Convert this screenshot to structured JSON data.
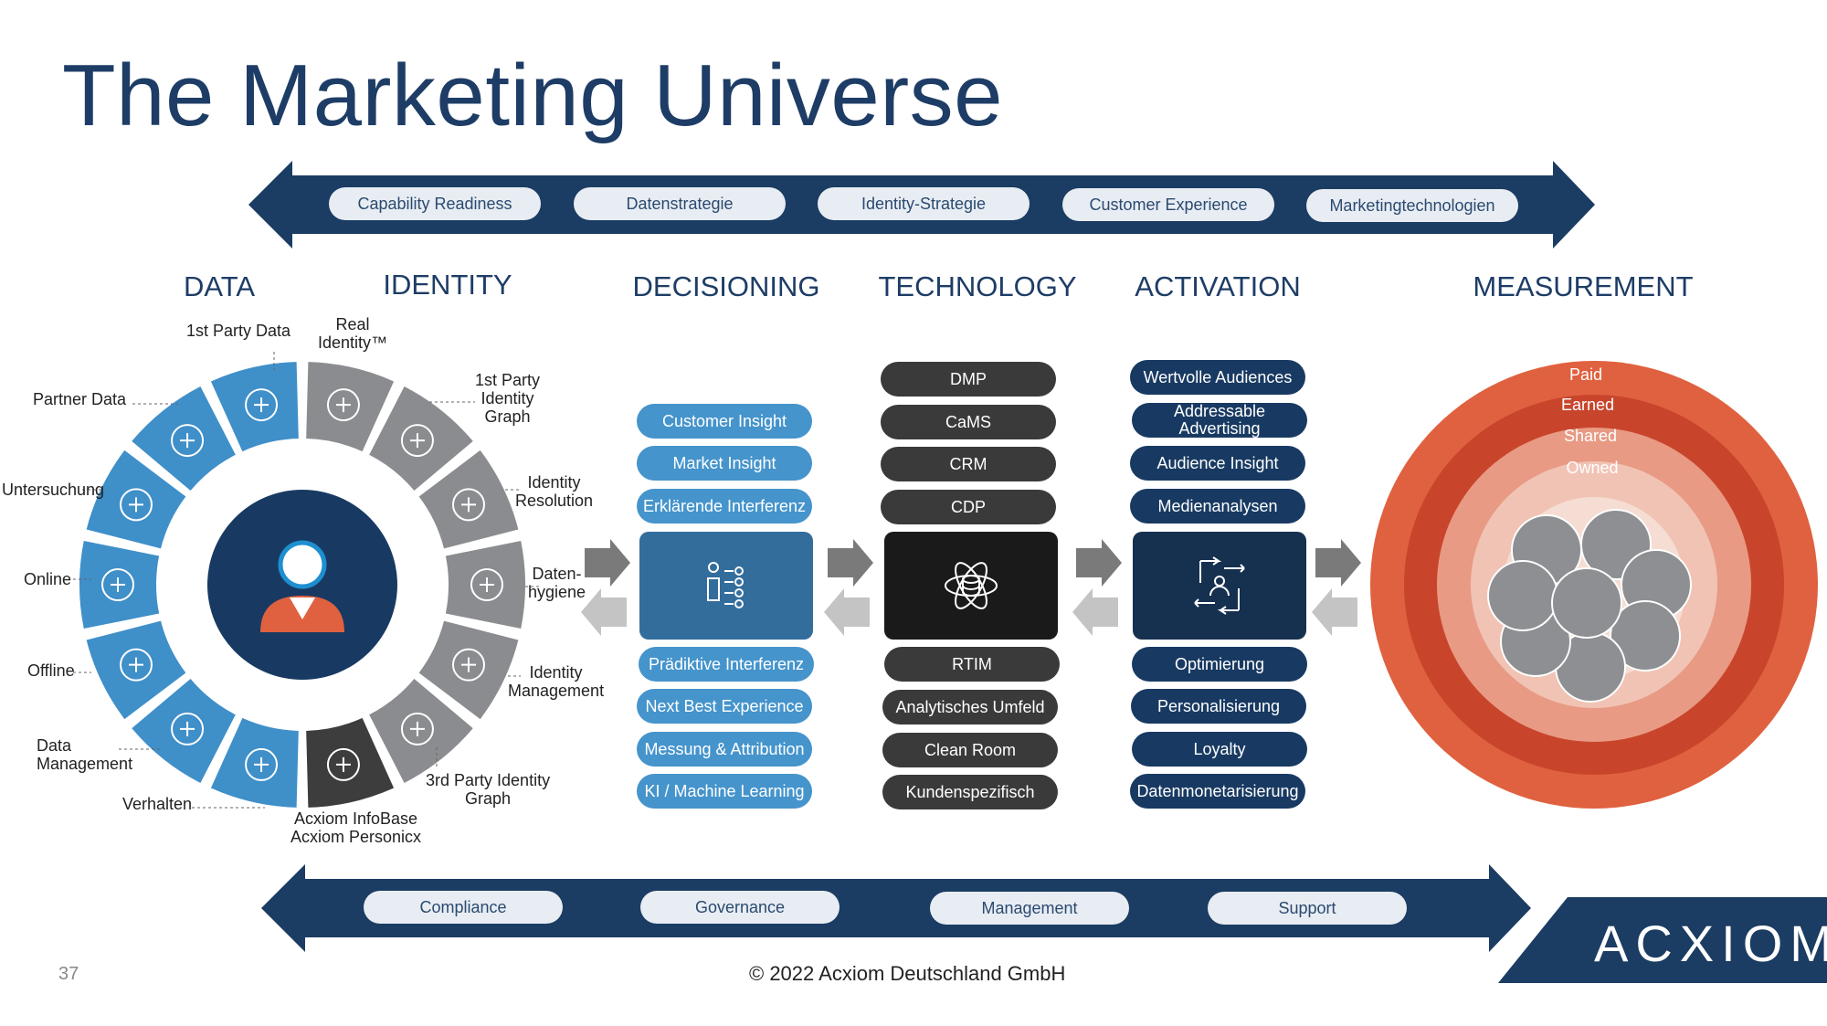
{
  "title": "The Marketing Universe",
  "top_band": {
    "pills": [
      "Capability Readiness",
      "Datenstrategie",
      "Identity-Strategie",
      "Customer Experience",
      "Marketingtechnologien"
    ]
  },
  "columns": {
    "data": "DATA",
    "identity": "IDENTITY",
    "decisioning": "DECISIONING",
    "technology": "TECHNOLOGY",
    "activation": "ACTIVATION",
    "measurement": "MEASUREMENT"
  },
  "wheel": {
    "left_labels": [
      "1st Party Data",
      "Partner Data",
      "Untersuchung",
      "Online",
      "Offline",
      "Data\nManagement",
      "Verhalten"
    ],
    "right_labels": [
      "Real\nIdentity™",
      "1st Party\nIdentity\nGraph",
      "Identity\nResolution",
      "Daten-\nhygiene",
      "Identity\nManagement",
      "3rd Party Identity\nGraph",
      "Acxiom InfoBase\nAcxiom Personicx"
    ],
    "colors": {
      "blue": "#3f8fc9",
      "gray": "#8a8c8f",
      "dark": "#3d3d3d",
      "center": "#183a62"
    }
  },
  "decisioning": {
    "top": [
      "Customer Insight",
      "Market Insight",
      "Erklärende Interferenz"
    ],
    "bottom": [
      "Prädiktive Interferenz",
      "Next Best Experience",
      "Messung & Attribution",
      "KI / Machine Learning"
    ]
  },
  "technology": {
    "top": [
      "DMP",
      "CaMS",
      "CRM",
      "CDP"
    ],
    "bottom": [
      "RTIM",
      "Analytisches Umfeld",
      "Clean Room",
      "Kundenspezifisch"
    ]
  },
  "activation": {
    "top": [
      "Wertvolle Audiences",
      "Addressable\nAdvertising",
      "Audience Insight",
      "Medienanalysen"
    ],
    "bottom": [
      "Optimierung",
      "Personalisierung",
      "Loyalty",
      "Datenmonetarisierung"
    ]
  },
  "measurement": {
    "rings": [
      "Paid",
      "Earned",
      "Shared",
      "Owned"
    ],
    "colors": [
      "#e0613f",
      "#c8452c",
      "#e89a84",
      "#f1c3b4"
    ]
  },
  "bottom_band": {
    "pills": [
      "Compliance",
      "Governance",
      "Management",
      "Support"
    ]
  },
  "footer": {
    "copyright": "© 2022 Acxiom Deutschland GmbH",
    "page": "37",
    "logo": "ACXIOM"
  },
  "icons": [
    "network-icon",
    "handshake-icon",
    "research-icon",
    "online-icon",
    "ad-icon",
    "gears-icon",
    "behavior-icon",
    "id-card-icon",
    "user-circle-icon",
    "hierarchy-icon",
    "check-icon",
    "globe-icon",
    "tree-icon",
    "venn-icon",
    "person-icon",
    "database-icon",
    "sync-icon",
    "cluster-icon"
  ]
}
